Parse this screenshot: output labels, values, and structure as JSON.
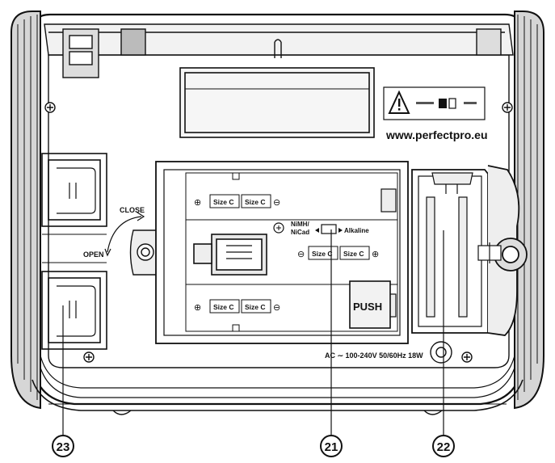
{
  "website": "www.perfectpro.eu",
  "close_label": "CLOSE",
  "open_label": "OPEN",
  "battery_label": "Size C",
  "plus_sign": "⊕",
  "minus_sign": "⊖",
  "switch": {
    "left_label_line1": "NiMH/",
    "left_label_line2": "NiCad",
    "right_label": "Alkaline"
  },
  "push_label": "PUSH",
  "power_rating": "AC ∼ 100-240V 50/60Hz 18W",
  "callouts": [
    "23",
    "21",
    "22"
  ],
  "icons": [
    "warning-icon",
    "battery-polarity-icon",
    "screw-icon",
    "dc-plug-icon"
  ]
}
